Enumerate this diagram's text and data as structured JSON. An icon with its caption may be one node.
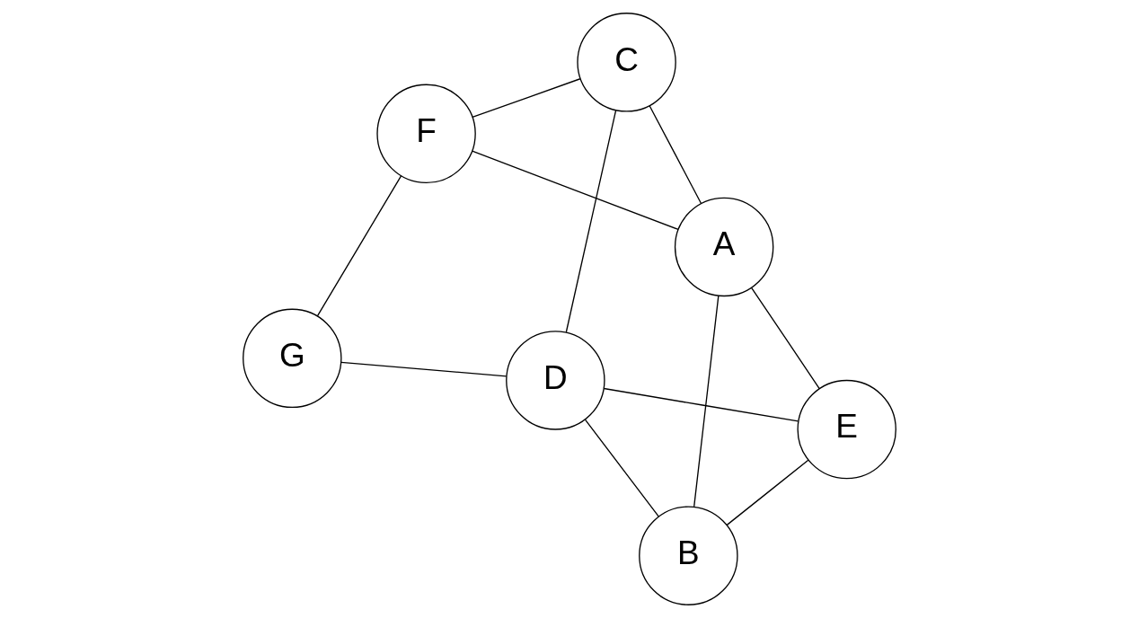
{
  "diagram": {
    "nodes": [
      {
        "text": [
          "B"
        ]
      },
      {
        "text": [
          "E"
        ]
      },
      {
        "text": [
          "A"
        ]
      },
      {
        "text": [
          "C"
        ]
      },
      {
        "text": [
          "D"
        ]
      },
      {
        "text": [
          "F"
        ]
      },
      {
        "text": [
          "G"
        ]
      }
    ],
    "edges": [
      {
        "from": 2,
        "to": 0,
        "arrow": "none"
      },
      {
        "from": 2,
        "to": 1,
        "arrow": "none"
      },
      {
        "from": 2,
        "to": 3,
        "arrow": "none"
      },
      {
        "from": 2,
        "to": 5,
        "arrow": "none"
      },
      {
        "from": 0,
        "to": 1,
        "arrow": "none"
      },
      {
        "from": 0,
        "to": 4,
        "arrow": "none"
      },
      {
        "from": 1,
        "to": 4,
        "arrow": "none"
      },
      {
        "from": 3,
        "to": 4,
        "arrow": "none"
      },
      {
        "from": 3,
        "to": 5,
        "arrow": "none"
      },
      {
        "from": 5,
        "to": 6,
        "arrow": "none"
      },
      {
        "from": 6,
        "to": 4,
        "arrow": "none"
      }
    ]
  }
}
